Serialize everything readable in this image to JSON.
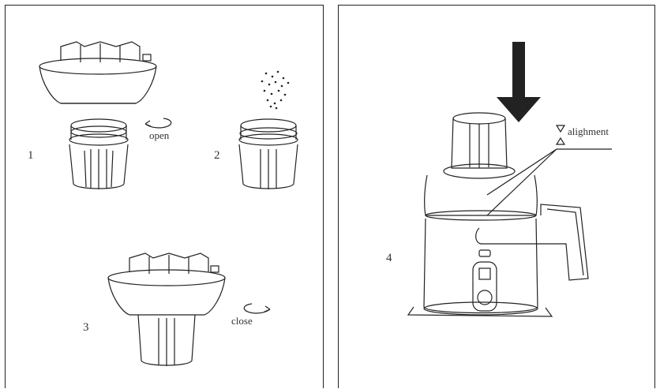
{
  "panels": [
    {
      "id": "left",
      "steps": [
        {
          "number": "1",
          "label": "open"
        },
        {
          "number": "2"
        },
        {
          "number": "3",
          "label": "close"
        }
      ]
    },
    {
      "id": "right",
      "steps": [
        {
          "number": "4",
          "label": "alighment"
        }
      ]
    }
  ],
  "icons": [
    "rotate-arrow-icon",
    "down-arrow-icon",
    "alignment-marker-icon"
  ],
  "colors": {
    "line": "#222222",
    "background": "#ffffff"
  }
}
